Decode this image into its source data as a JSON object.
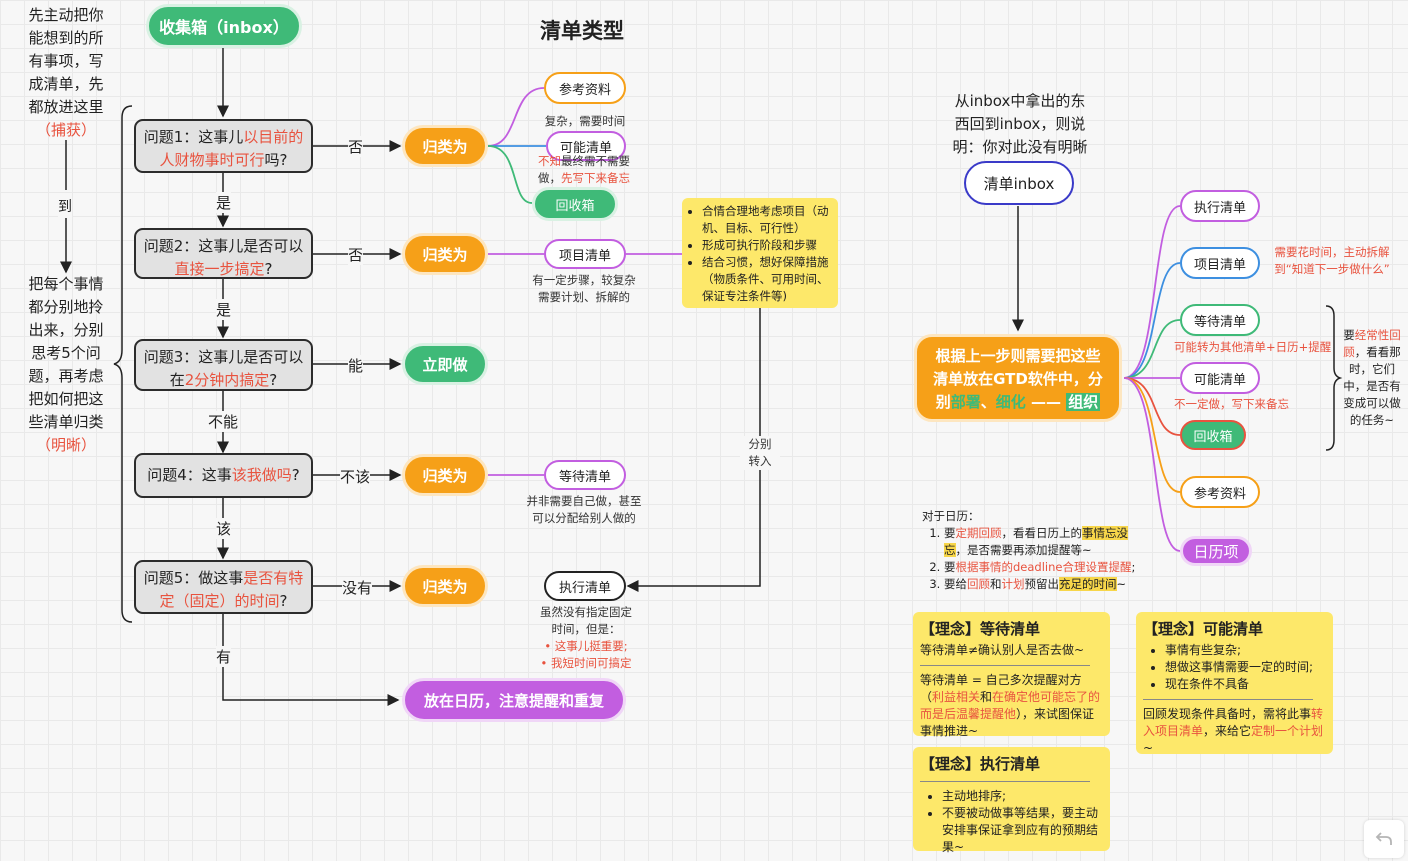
{
  "title": "清单类型",
  "left_side": {
    "top_lines": [
      "先主动把你",
      "能想到的所",
      "有事项，写",
      "成清单，先",
      "都放进这里"
    ],
    "top_red": "（捕获）",
    "middle": "到",
    "bottom_lines": [
      "把每个事情",
      "都分别地拎",
      "出来，分别",
      "思考5个问",
      "题，再考虑",
      "把如何把这",
      "些清单归类"
    ],
    "bottom_red": "（明晰）"
  },
  "inbox_node": "收集箱（inbox）",
  "questions": [
    {
      "pre": "问题1：这事儿",
      "red": "以目前的人财物事时可行",
      "post": "吗?"
    },
    {
      "pre": "问题2：这事儿是否可以",
      "red": "直接一步搞定",
      "post": "?"
    },
    {
      "pre": "问题3：这事儿是否可以在",
      "red": "2分钟内搞定",
      "post": "?"
    },
    {
      "pre": "问题4：这事",
      "red": "该我做吗",
      "post": "?"
    },
    {
      "pre": "问题5：做这事",
      "red": "是否有特定（固定）的时间",
      "post": "?"
    }
  ],
  "yes_labels": [
    "是",
    "是",
    "不能",
    "该",
    "有"
  ],
  "no_labels": [
    "否",
    "否",
    "能",
    "不该",
    "没有"
  ],
  "classify": "归类为",
  "do_now": "立即做",
  "calendar_node": "放在日历，注意提醒和重复",
  "branch1": {
    "reference": "参考资料",
    "note_top": "复杂，需要时间",
    "maybe": "可能清单",
    "note_red1": "不知",
    "note_mid": "最终需不需要",
    "note_pre2": "做，",
    "note_red2": "先写下来备忘",
    "inbox": "回收箱"
  },
  "project": {
    "label": "项目清单",
    "note_lines": [
      "有一定步骤，较复杂",
      "需要计划、拆解的"
    ]
  },
  "waiting": {
    "label": "等待清单",
    "note_lines": [
      "并非需要自己做，甚至",
      "可以分配给别人做的"
    ]
  },
  "action": {
    "label": "执行清单",
    "note_lines": [
      "虽然没有指定固定",
      "时间，但是："
    ],
    "bullets": [
      "这事儿挺重要;",
      "我短时间可搞定"
    ]
  },
  "yellow_box": {
    "items": [
      "合情合理地考虑项目（动机、目标、可行性）",
      "形成可执行阶段和步骤",
      "结合习惯，想好保障措施（物质条件、可用时间、保证专注条件等)"
    ],
    "arrow_label_lines": [
      "分别",
      "转入"
    ]
  },
  "right_text_lines": [
    "从inbox中拿出的东",
    "西回到inbox，则说",
    "明：你对此没有明晰"
  ],
  "list_inbox": "清单inbox",
  "center_lines": [
    "根据上一步则需要把这些",
    "清单放在GTD软件中，分"
  ],
  "center_last": {
    "pre": "别",
    "g1": "部署",
    "sep": "、",
    "g2": "细化",
    "dash": " —— ",
    "g3": "组织"
  },
  "right_branches": [
    "执行清单",
    "项目清单",
    "等待清单",
    "可能清单",
    "回收箱",
    "参考资料",
    "日历项"
  ],
  "right_notes": {
    "project_lines": [
      "需要花时间，主动拆解",
      "到“知道下一步做什么”"
    ],
    "waiting": "可能转为其他清单+日历+提醒",
    "maybe": "不一定做，写下来备忘",
    "brace": {
      "pre": "要",
      "red": "经常性回顾",
      "post": "，看看那时，它们中，是否有变成可以做的任务~"
    }
  },
  "calendar_notes": {
    "title": "对于日历：",
    "items": [
      {
        "a": "要",
        "r1": "定期回顾",
        "b": "，看看日历上的",
        "h1": "事情忘没忘",
        "c": "，是否需要再添加提醒等~"
      },
      {
        "a": "要",
        "r1": "根据事情的deadline合理设置提醒",
        "b": ";"
      },
      {
        "a": "要给",
        "r1": "回顾",
        "b": "和",
        "r2": "计划",
        "c": "预留出",
        "h1": "充足的时间",
        "d": "~"
      }
    ]
  },
  "cards": {
    "waiting": {
      "title": "【理念】等待清单",
      "line1": "等待清单≠确认别人是否去做~",
      "p1": "等待清单 = 自己多次提醒对方（",
      "r1": "利益相关",
      "p2": "和",
      "r2": "在确定他可能忘了的而是后温馨提醒他",
      "p3": "），来试图保证事情推进~"
    },
    "action": {
      "title": "【理念】执行清单",
      "items": [
        "主动地排序;",
        "不要被动做事等结果，要主动安排事保证拿到应有的预期结果~"
      ]
    },
    "maybe": {
      "title": "【理念】可能清单",
      "items": [
        "事情有些复杂;",
        "想做这事情需要一定的时间;",
        "现在条件不具备"
      ],
      "p1": "回顾发现条件具备时，需将此事",
      "r1": "转入项目清单",
      "p2": "，来给它",
      "r2": "定制一个计划",
      "p3": "~"
    }
  },
  "colors": {
    "green": "#3fba78",
    "orange": "#f6a018",
    "purple": "#c25ee0",
    "red": "#e8533f",
    "yellow": "#fde86a",
    "blue": "#3d8fe0"
  },
  "icons": [
    "undo-icon"
  ]
}
